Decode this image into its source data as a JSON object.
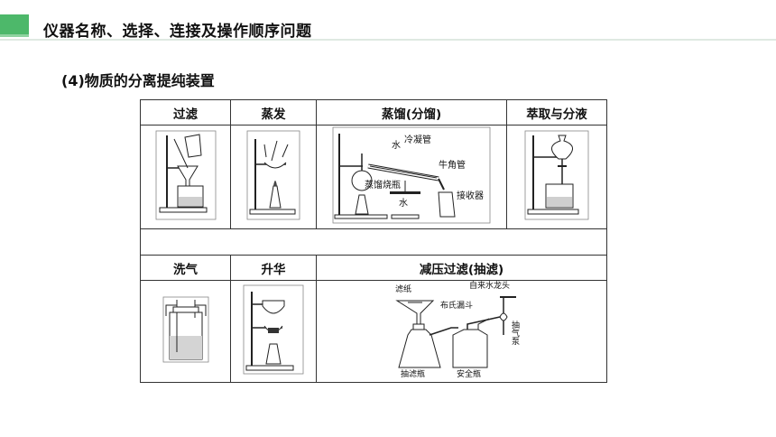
{
  "header": {
    "title": "仪器名称、选择、连接及操作顺序问题"
  },
  "section": {
    "title": "(4)物质的分离提纯装置"
  },
  "table": {
    "row1": [
      "过滤",
      "蒸发",
      "蒸馏(分馏)",
      "萃取与分液"
    ],
    "row2": [
      "洗气",
      "升华",
      "减压过滤(抽滤)"
    ]
  },
  "labels": {
    "distill": {
      "water1": "水",
      "condenser": "冷凝管",
      "adapter": "牛角管",
      "flask": "蒸馏烧瓶",
      "water2": "水",
      "receiver": "接收器"
    },
    "suction": {
      "filter_paper": "滤纸",
      "tap": "自来水龙头",
      "buchner": "布氏漏斗",
      "pump": "抽气泵",
      "filter_flask": "抽滤瓶",
      "safety_bottle": "安全瓶"
    }
  }
}
